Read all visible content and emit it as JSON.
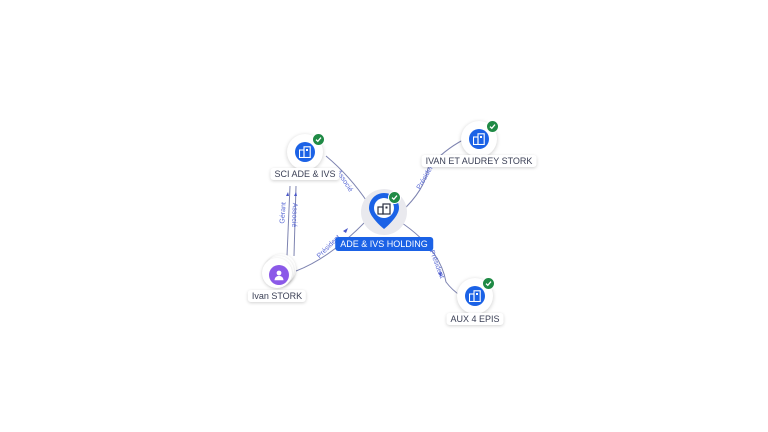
{
  "graph": {
    "center": {
      "label": "ADE & IVS HOLDING",
      "icon": "building-icon",
      "status_icon": "verified-check-icon"
    },
    "nodes": {
      "sci": {
        "label": "SCI ADE & IVS",
        "icon": "building-icon",
        "status_icon": "verified-check-icon"
      },
      "ivan_audrey": {
        "label": "IVAN ET AUDREY STORK",
        "icon": "building-icon",
        "status_icon": "verified-check-icon"
      },
      "aux4epis": {
        "label": "AUX 4 EPIS",
        "icon": "building-icon",
        "status_icon": "verified-check-icon"
      },
      "ivan": {
        "label": "Ivan STORK",
        "icon": "person-icon"
      }
    },
    "edges": {
      "center_sci": "Associé",
      "center_ivan_audrey": "Président",
      "center_aux4epis": "Président",
      "ivan_center": "Président",
      "ivan_sci_gerant": "Gérant",
      "ivan_sci_associe": "Associé"
    }
  },
  "colors": {
    "company": "#1b62e6",
    "person": "#8b59e8",
    "verified": "#1f8a45",
    "edge": "#7d83b0",
    "edge_label": "#5b6bd6",
    "center_label_bg": "#1b62e6"
  }
}
